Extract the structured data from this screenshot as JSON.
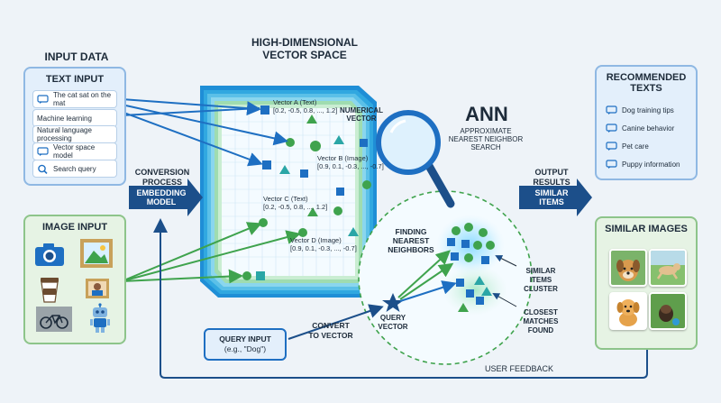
{
  "input_data": {
    "title": "INPUT DATA",
    "text_input": {
      "title": "TEXT INPUT",
      "items": [
        {
          "label": "The cat sat on the mat",
          "icon": "chat-bubble-icon"
        },
        {
          "label": "Machine learning",
          "icon": ""
        },
        {
          "label": "Natural language processing",
          "icon": ""
        },
        {
          "label": "Vector space model",
          "icon": "chat-bubble-icon"
        },
        {
          "label": "Search query",
          "icon": "search-icon"
        }
      ]
    },
    "image_input": {
      "title": "IMAGE INPUT",
      "icons": [
        "camera-icon",
        "picture-frame-icon",
        "coffee-cup-icon",
        "portrait-icon",
        "bicycle-photo-icon",
        "robot-icon"
      ]
    }
  },
  "vector_space": {
    "title_line1": "HIGH-DIMENSIONAL",
    "title_line2": "VECTOR SPACE",
    "vectors": [
      {
        "name": "Vector A (Text)",
        "values": "[0.2, -0.5, 0.8, ..., 1.2]"
      },
      {
        "name": "Vector B (Image)",
        "values": "[0.9, 0.1, -0.3, ..., -0.7]"
      },
      {
        "name": "Vector C (Text)",
        "values": "[0.2, -0.5, 0.8, ..., 1.2]"
      },
      {
        "name": "Vector D (Image)",
        "values": "[0.9, 0.1, -0.3, ..., -0.7]"
      }
    ],
    "numerical_vector_line1": "NUMERICAL",
    "numerical_vector_line2": "VECTOR"
  },
  "conversion": {
    "label_line1": "CONVERSION",
    "label_line2": "PROCESS",
    "pill_line1": "EMBEDDING",
    "pill_line2": "MODEL"
  },
  "ann": {
    "title": "ANN",
    "sub_line1": "APPROXIMATE",
    "sub_line2": "NEAREST NEIGHBOR",
    "sub_line3": "SEARCH",
    "finding_line1": "FINDING",
    "finding_line2": "NEAREST",
    "finding_line3": "NEIGHBORS",
    "cluster_line1": "SIMILAR",
    "cluster_line2": "ITEMS",
    "cluster_line3": "CLUSTER",
    "closest_line1": "CLOSEST",
    "closest_line2": "MATCHES",
    "closest_line3": "FOUND",
    "query_vector_line1": "QUERY",
    "query_vector_line2": "VECTOR"
  },
  "query": {
    "label": "QUERY INPUT",
    "example": "(e.g., \"Dog\")",
    "convert_line1": "CONVERT",
    "convert_line2": "TO VECTOR"
  },
  "output": {
    "label_line1": "OUTPUT",
    "label_line2": "RESULTS",
    "pill_line1": "SIMILAR",
    "pill_line2": "ITEMS"
  },
  "recommended": {
    "title_line1": "RECOMMENDED",
    "title_line2": "TEXTS",
    "items": [
      "Dog training tips",
      "Canine behavior",
      "Pet care",
      "Puppy information"
    ]
  },
  "similar_images": {
    "title": "SIMILAR IMAGES",
    "photos": [
      "dog-portrait-photo",
      "running-dog-photo",
      "puppy-illustration",
      "dog-with-ball-photo"
    ]
  },
  "feedback": {
    "label": "USER FEEDBACK"
  },
  "colors": {
    "blue": "#1e6fc2",
    "dark_blue": "#1c4f8a",
    "green": "#3fa34d",
    "teal": "#2aa6a6"
  }
}
